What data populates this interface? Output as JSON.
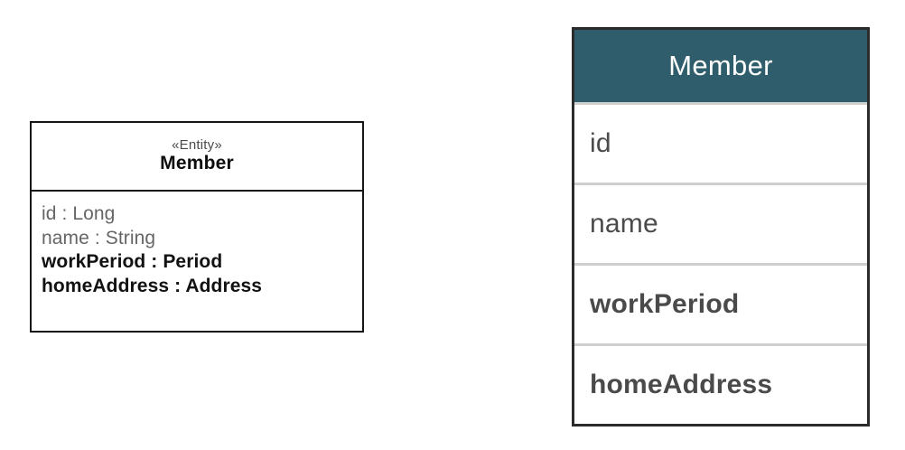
{
  "colors": {
    "table_header_background": "#2F5D6B",
    "table_header_text": "#FFFFFF",
    "table_border": "#2B2B2B",
    "row_separator": "#CFCFCF",
    "uml_border": "#161616",
    "uml_normal_text": "#666666",
    "uml_bold_text": "#121212",
    "page_background": "#FFFFFF"
  },
  "uml_class": {
    "stereotype": "«Entity»",
    "class_name": "Member",
    "attributes": [
      {
        "text": "id : Long",
        "name": "id",
        "type": "Long",
        "emphasis": "normal"
      },
      {
        "text": "name : String",
        "name": "name",
        "type": "String",
        "emphasis": "normal"
      },
      {
        "text": "workPeriod : Period",
        "name": "workPeriod",
        "type": "Period",
        "emphasis": "bold"
      },
      {
        "text": "homeAddress : Address",
        "name": "homeAddress",
        "type": "Address",
        "emphasis": "bold"
      }
    ]
  },
  "db_table": {
    "title": "Member",
    "columns": [
      {
        "label": "id",
        "emphasis": "normal"
      },
      {
        "label": "name",
        "emphasis": "normal"
      },
      {
        "label": "workPeriod",
        "emphasis": "bold"
      },
      {
        "label": "homeAddress",
        "emphasis": "bold"
      }
    ]
  }
}
